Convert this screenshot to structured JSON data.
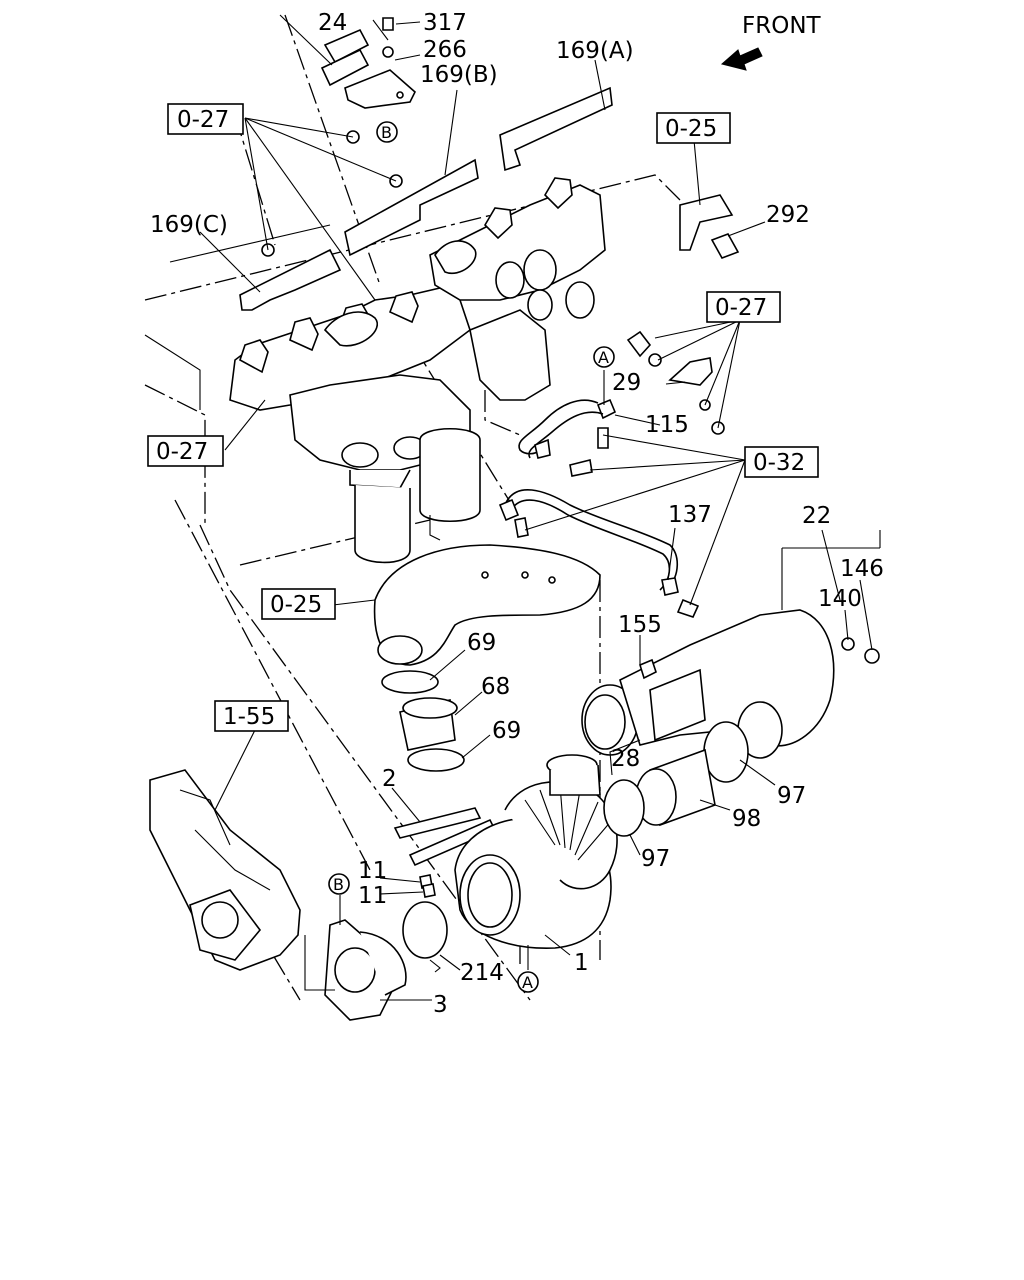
{
  "front": {
    "label": "FRONT"
  },
  "refs": {
    "r_0_27_a": "0-27",
    "r_0_25_a": "0-25",
    "r_0_27_b": "0-27",
    "r_0_27_c": "0-27",
    "r_0_32": "0-32",
    "r_0_25_b": "0-25",
    "r_1_55": "1-55"
  },
  "callouts": {
    "A_top": "A",
    "A_bottom": "A",
    "B_top": "B",
    "B_bottom": "B"
  },
  "parts": {
    "p24": "24",
    "p317": "317",
    "p266": "266",
    "p169a": "169(A)",
    "p169b": "169(B)",
    "p169c": "169(C)",
    "p292": "292",
    "p29": "29",
    "p115": "115",
    "p137": "137",
    "p22": "22",
    "p146": "146",
    "p140": "140",
    "p155": "155",
    "p69a": "69",
    "p68": "68",
    "p69b": "69",
    "p2": "2",
    "p28": "28",
    "p97a": "97",
    "p98": "98",
    "p97b": "97",
    "p11a": "11",
    "p11b": "11",
    "p214": "214",
    "p1": "1",
    "p3": "3"
  }
}
